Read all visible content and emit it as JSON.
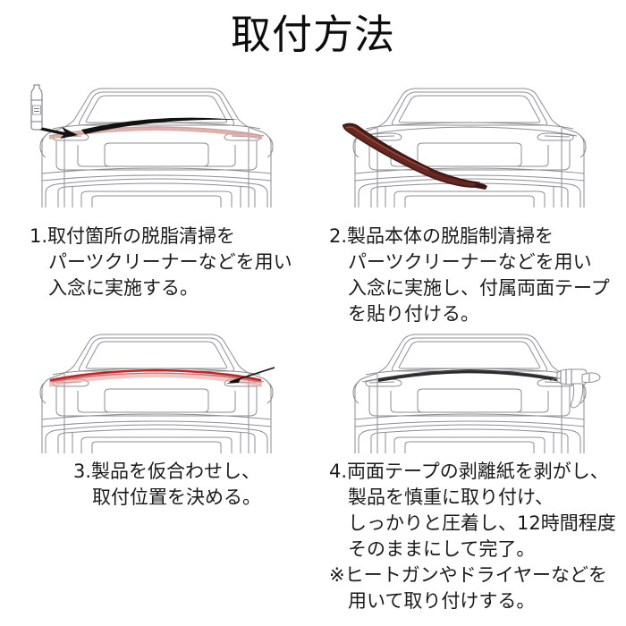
{
  "page": {
    "title": "取付方法",
    "background_color": "#ffffff",
    "text_color": "#1a1a1a",
    "line_color": "#8e8e93"
  },
  "steps": [
    {
      "number": "1",
      "caption": "1.取付箇所の脱脂清掃を\n　パーツクリーナーなどを用い\n　入念に実施する。",
      "illustration": {
        "name": "car-rear-with-cleaner-bottle",
        "description": "rear view of car with parts-cleaner bottle and black arrow pointing at trunk lid edge",
        "accent_color": "#d9a39c",
        "arrow_color": "#111111"
      }
    },
    {
      "number": "2",
      "caption": "2.製品本体の脱脂制清掃を\n　パーツクリーナーなどを用い\n　入念に実施し、付属両面テープ\n　を貼り付ける。",
      "illustration": {
        "name": "car-rear-with-spoiler-part",
        "description": "rear view of car with the dark maroon spoiler part laid diagonally in front",
        "accent_color": "#4a1c18"
      }
    },
    {
      "number": "3",
      "caption": "3.製品を仮合わせし、\n　取付位置を決める。",
      "illustration": {
        "name": "car-rear-with-red-fit-line",
        "description": "rear view of car with red trial-fit line on trunk lid edge and black pointer",
        "accent_color": "#cc1f1f",
        "pointer_color": "#111111"
      }
    },
    {
      "number": "4",
      "caption": "4.両面テープの剥離紙を剥がし、\n　製品を慎重に取り付け、\n　しっかりと圧着し、12時間程度\n　そのままにして完了。\n※ヒートガンやドライヤーなどを\n　用いて取り付けする。",
      "illustration": {
        "name": "car-rear-with-installed-spoiler-and-heatgun",
        "description": "rear view of car with installed dark spoiler strip and a heat gun tool at right",
        "accent_color": "#2b2b2b"
      }
    }
  ]
}
